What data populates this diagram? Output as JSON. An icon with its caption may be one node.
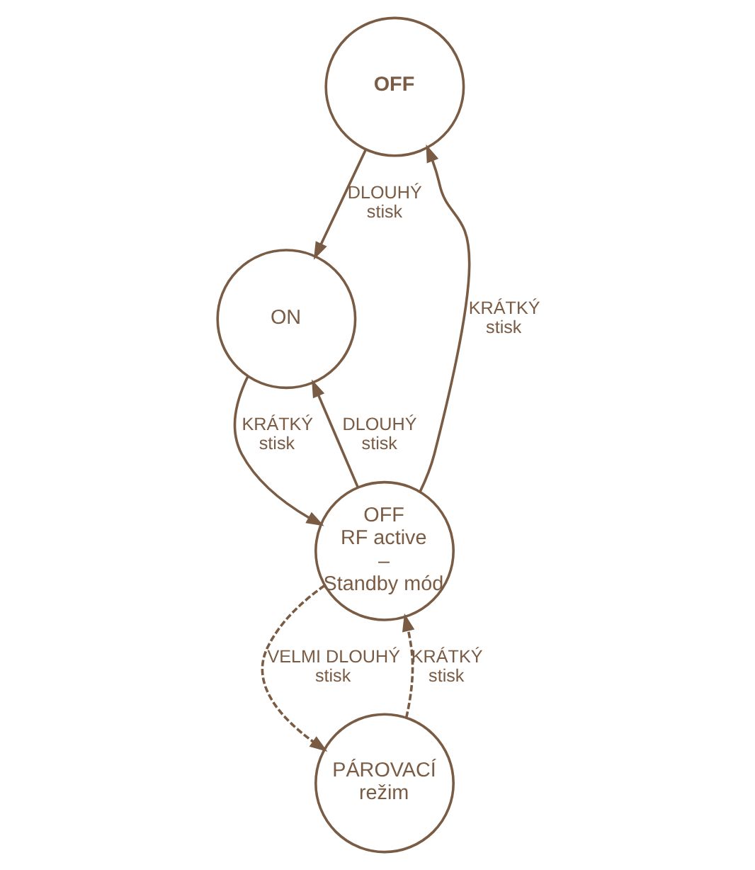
{
  "diagram": {
    "nodes": [
      {
        "text": [
          "OFF"
        ]
      },
      {
        "text": [
          "ON"
        ]
      },
      {
        "text": [
          "OFF RF active – Standby mód"
        ]
      },
      {
        "text": [
          "PÁROVACÍ režim"
        ]
      }
    ],
    "edges": [
      {
        "from": 2,
        "to": 0,
        "arrow": "to",
        "label": "KRÁTKÝ stisk"
      },
      {
        "from": 0,
        "to": 1,
        "arrow": "to",
        "label": "DLOUHÝ stisk"
      },
      {
        "from": 2,
        "to": 1,
        "arrow": "to",
        "label": "DLOUHÝ stisk"
      },
      {
        "from": 1,
        "to": 2,
        "arrow": "to",
        "label": "KRÁTKÝ stisk"
      },
      {
        "from": 2,
        "to": 3,
        "arrow": "to",
        "label": "VELMI DLOUHÝ stisk",
        "style": "dashed"
      },
      {
        "from": 3,
        "to": 2,
        "arrow": "to",
        "label": "KRÁTKÝ stisk",
        "style": "dashed"
      }
    ]
  }
}
